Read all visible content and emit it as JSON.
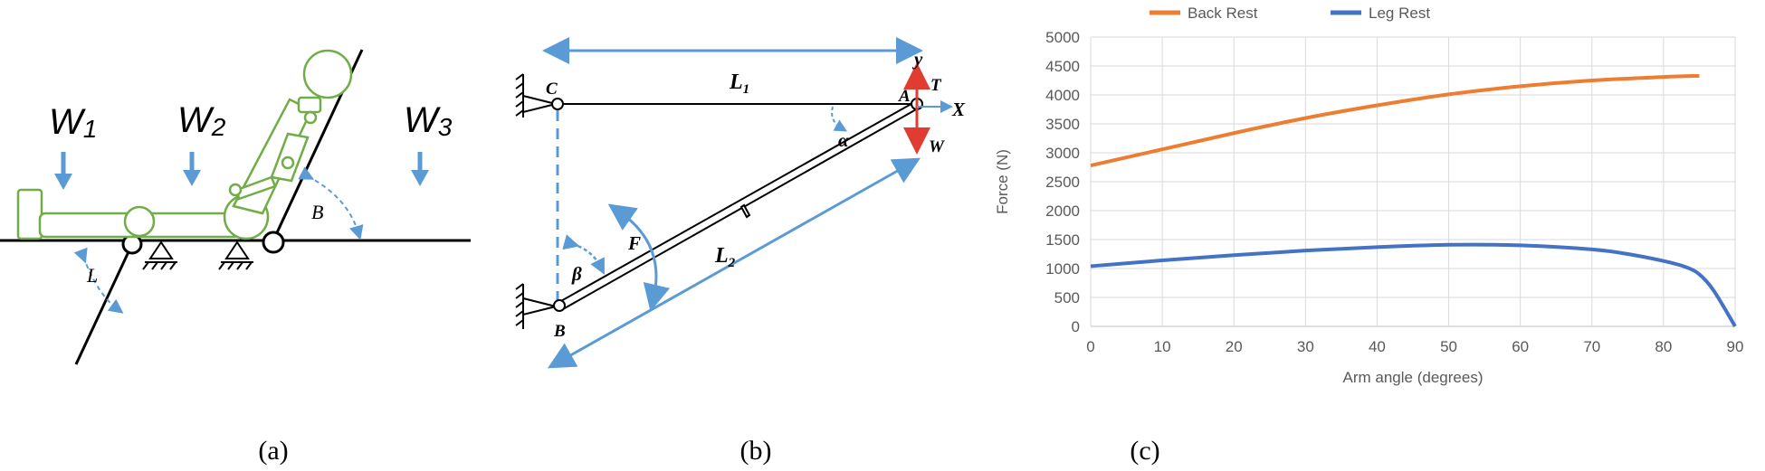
{
  "panel_a": {
    "weights": [
      {
        "main": "W",
        "sub": "1"
      },
      {
        "main": "W",
        "sub": "2"
      },
      {
        "main": "W",
        "sub": "3"
      }
    ],
    "angle_labels": [
      "L",
      "B"
    ],
    "caption": "(a)"
  },
  "panel_b": {
    "points": {
      "a": "A",
      "b": "B",
      "c": "C"
    },
    "link_labels": {
      "l1_main": "L",
      "l1_sub": "1",
      "l2_main": "L",
      "l2_sub": "2"
    },
    "force_labels": {
      "f": "F",
      "t": "T",
      "w": "W"
    },
    "axis_labels": {
      "x": "X",
      "y": "y"
    },
    "angle_labels": {
      "alpha": "α",
      "beta": "β"
    },
    "colors": {
      "dimension": "#5b9bd5",
      "force": "#e03c31"
    },
    "caption": "(b)"
  },
  "panel_c": {
    "caption": "(c)",
    "chart_data": {
      "type": "line",
      "xlabel": "Arm angle (degrees)",
      "ylabel": "Force (N)",
      "xlim": [
        0,
        90
      ],
      "ylim": [
        0,
        5000
      ],
      "x_ticks": [
        0,
        10,
        20,
        30,
        40,
        50,
        60,
        70,
        80,
        90
      ],
      "y_ticks": [
        0,
        500,
        1000,
        1500,
        2000,
        2500,
        3000,
        3500,
        4000,
        4500,
        5000
      ],
      "grid": true,
      "legend_position": "top",
      "series": [
        {
          "name": "Back Rest",
          "color": "#ed7d31",
          "x": [
            0,
            10,
            20,
            30,
            40,
            50,
            60,
            70,
            80,
            85
          ],
          "y": [
            2780,
            3060,
            3340,
            3600,
            3820,
            4010,
            4150,
            4250,
            4310,
            4330
          ]
        },
        {
          "name": "Leg Rest",
          "color": "#4472c4",
          "x": [
            0,
            10,
            20,
            30,
            40,
            50,
            60,
            70,
            75,
            80,
            83,
            85,
            87,
            90
          ],
          "y": [
            1040,
            1140,
            1230,
            1310,
            1370,
            1410,
            1400,
            1330,
            1250,
            1130,
            1030,
            900,
            620,
            0
          ]
        }
      ]
    }
  }
}
